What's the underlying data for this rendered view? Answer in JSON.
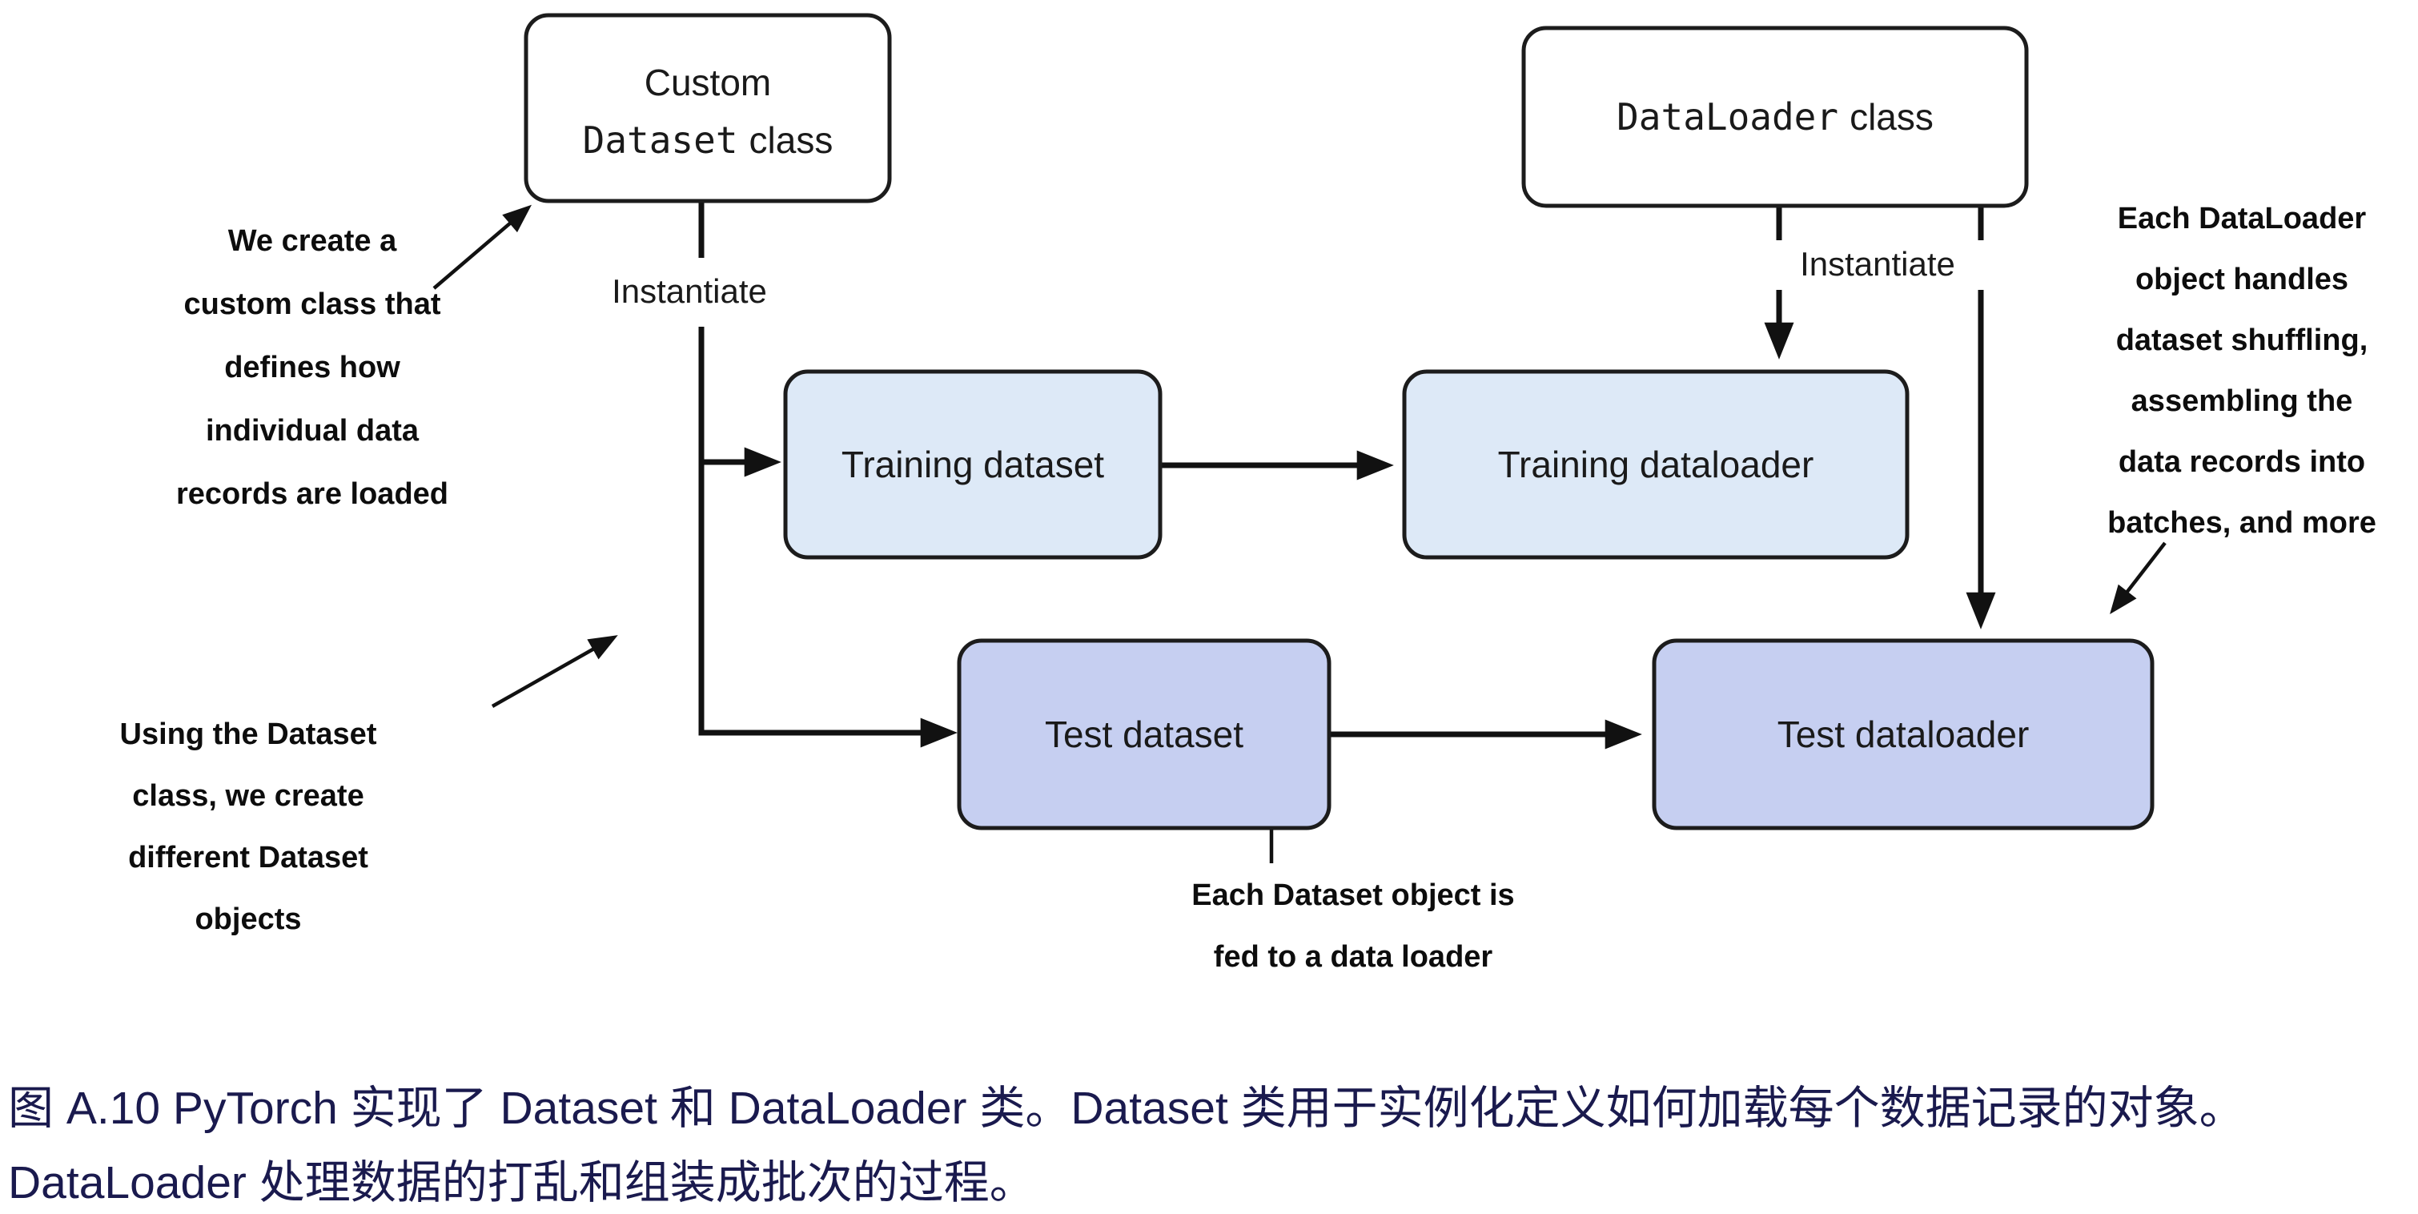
{
  "diagram": {
    "boxes": {
      "custom_dataset": {
        "line1": "Custom",
        "code": "Dataset",
        "plain": "class"
      },
      "dataloader_class": {
        "code": "DataLoader",
        "plain": "class"
      },
      "training_dataset": {
        "label": "Training dataset"
      },
      "training_dataloader": {
        "label": "Training dataloader"
      },
      "test_dataset": {
        "label": "Test dataset"
      },
      "test_dataloader": {
        "label": "Test dataloader"
      }
    },
    "edge_labels": {
      "instantiate_left": "Instantiate",
      "instantiate_right": "Instantiate"
    },
    "annotations": {
      "create_custom": {
        "lines": [
          "We create a",
          "custom class that",
          "defines how",
          "individual data",
          "records are loaded"
        ]
      },
      "using_dataset": {
        "lines": [
          "Using the Dataset",
          "class, we create",
          "different Dataset",
          "objects"
        ]
      },
      "fed_to_loader": {
        "lines": [
          "Each Dataset object is",
          "fed to a data loader"
        ]
      },
      "dataloader_handles": {
        "lines": [
          "Each DataLoader",
          "object handles",
          "dataset shuffling,",
          "assembling the",
          "data records into",
          "batches, and more"
        ]
      }
    },
    "colors": {
      "box_fill_white": "#ffffff",
      "box_fill_light_blue": "#dde9f7",
      "box_fill_periwinkle": "#c6cff1",
      "box_border": "#1c1c1c",
      "line": "#111111",
      "annotation_text": "#0d0d0d",
      "caption_text": "#1a1a4e"
    }
  },
  "caption": {
    "line1": "图 A.10 PyTorch 实现了 Dataset 和 DataLoader 类。Dataset 类用于实例化定义如何加载每个数据记录的对象。",
    "line2": "DataLoader 处理数据的打乱和组装成批次的过程。"
  }
}
